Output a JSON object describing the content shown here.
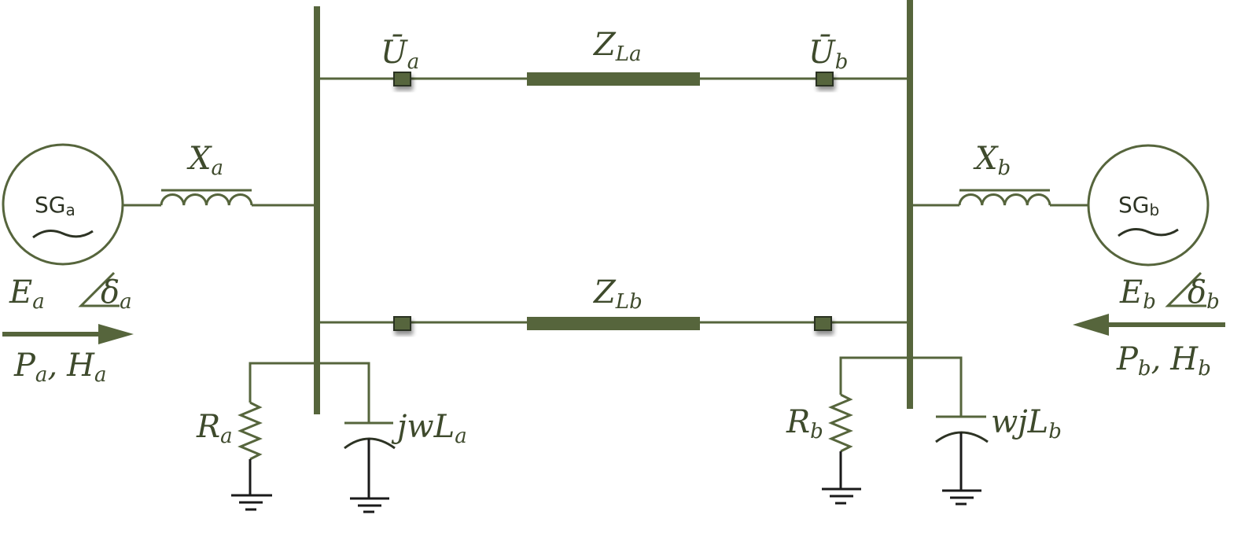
{
  "colors": {
    "line": "#56653c",
    "dark": "#3e4a2c",
    "ground": "#1a1a1a",
    "background": "#ffffff"
  },
  "generators": {
    "a": {
      "name": "SG",
      "sub": "a",
      "voltage": "E",
      "voltage_sub": "a",
      "angle": "δ",
      "angle_sub": "a",
      "power": "P",
      "power_sub": "a",
      "inertia": "H",
      "inertia_sub": "a"
    },
    "b": {
      "name": "SG",
      "sub": "b",
      "voltage": "E",
      "voltage_sub": "b",
      "angle": "δ",
      "angle_sub": "b",
      "power": "P",
      "power_sub": "b",
      "inertia": "H",
      "inertia_sub": "b"
    }
  },
  "reactances": {
    "a": {
      "sym": "X",
      "sub": "a"
    },
    "b": {
      "sym": "X",
      "sub": "b"
    }
  },
  "lines": {
    "top": {
      "sym": "Z",
      "sub": "La"
    },
    "bottom": {
      "sym": "Z",
      "sub": "Lb"
    }
  },
  "nodes": {
    "ua": {
      "sym": "Ū",
      "sub": "a"
    },
    "ub": {
      "sym": "Ū",
      "sub": "b"
    }
  },
  "loads": {
    "ra": {
      "sym": "R",
      "sub": "a"
    },
    "rb": {
      "sym": "R",
      "sub": "b"
    },
    "la": {
      "prefix": "jwL",
      "sub": "a"
    },
    "lb": {
      "prefix": "wjL",
      "sub": "b"
    }
  },
  "separator": ","
}
